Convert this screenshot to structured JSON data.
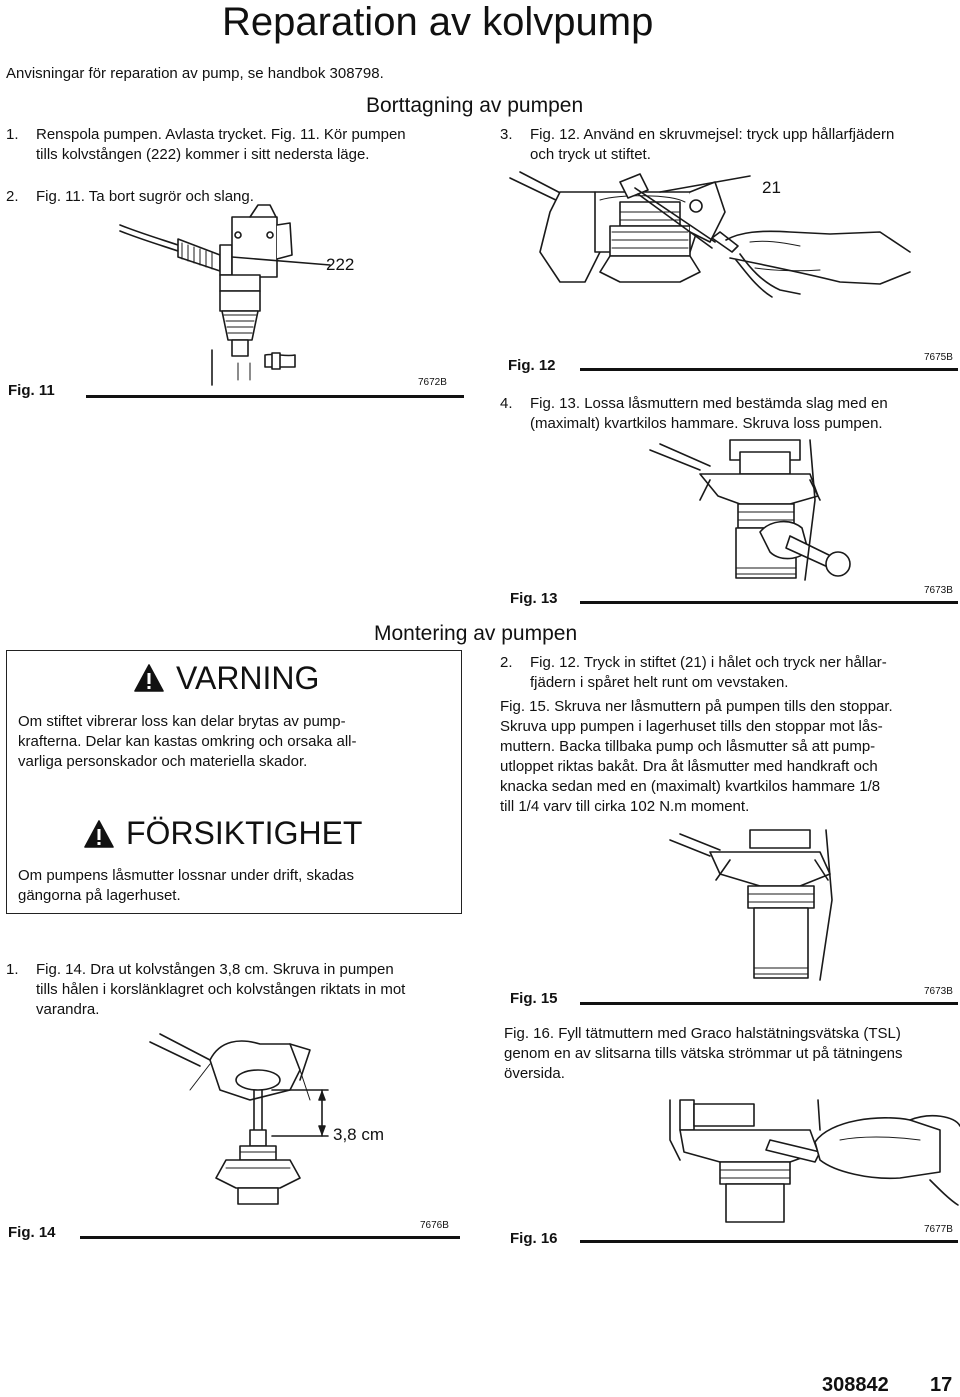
{
  "page": {
    "title": "Reparation av kolvpump",
    "intro": "Anvisningar för reparation av pump, se handbok 308798.",
    "footer_doc": "308842",
    "footer_page": "17"
  },
  "removal": {
    "heading": "Borttagning av pumpen",
    "steps": [
      {
        "num": "1.",
        "text_line1": "Renspola pumpen. Avlasta trycket. Fig. 11. Kör pumpen",
        "text_line2": "tills kolvstången (222) kommer i sitt nedersta läge."
      },
      {
        "num": "2.",
        "text_line1": "Fig. 11. Ta bort sugrör och slang."
      },
      {
        "num": "3.",
        "text_line1": "Fig. 12. Använd en skruvmejsel: tryck upp hållarfjädern",
        "text_line2": "och tryck ut stiftet."
      },
      {
        "num": "4.",
        "text_line1": "Fig. 13. Lossa låsmuttern med bestämda slag med en",
        "text_line2": "(maximalt) kvartkilos hammare. Skruva loss pumpen."
      }
    ]
  },
  "figures": {
    "fig11": {
      "label": "Fig. 11",
      "code": "7672B",
      "callout": "222"
    },
    "fig12": {
      "label": "Fig. 12",
      "code": "7675B",
      "callout": "21"
    },
    "fig13": {
      "label": "Fig. 13",
      "code": "7673B"
    },
    "fig14": {
      "label": "Fig. 14",
      "code": "7676B",
      "callout": "3,8 cm"
    },
    "fig15": {
      "label": "Fig. 15",
      "code": "7673B"
    },
    "fig16": {
      "label": "Fig. 16",
      "code": "7677B"
    }
  },
  "warning": {
    "title": "VARNING",
    "lines": [
      "Om stiftet vibrerar loss kan delar brytas av pump-",
      "krafterna. Delar kan kastas omkring och orsaka all-",
      "varliga personskador och materiella skador."
    ]
  },
  "caution": {
    "title": "FÖRSIKTIGHET",
    "lines": [
      "Om pumpens låsmutter lossnar under drift, skadas",
      "gängorna på lagerhuset."
    ]
  },
  "mounting": {
    "heading": "Montering av pumpen",
    "step1": {
      "num": "1.",
      "lines": [
        "Fig. 14. Dra ut kolvstången 3,8 cm. Skruva in pumpen",
        "tills hålen i korslänklagret och kolvstången riktats in mot",
        "varandra."
      ]
    },
    "step2": {
      "num": "2.",
      "lines": [
        "Fig. 12. Tryck in stiftet (21) i hålet och tryck ner hållar-",
        "fjädern i spåret helt runt om vevstaken."
      ]
    },
    "fig15_text": [
      "Fig. 15. Skruva ner låsmuttern på pumpen tills den stoppar.",
      "Skruva upp pumpen i lagerhuset tills den stoppar mot lås-",
      "muttern. Backa tillbaka pump och låsmutter så att pump-",
      "utloppet riktas bakåt. Dra åt låsmutter med handkraft och",
      "knacka sedan med en (maximalt) kvartkilos hammare 1/8",
      "till 1/4 varv till cirka 102 N.m moment."
    ],
    "fig16_text": [
      "Fig. 16. Fyll tätmuttern med Graco halstätningsvätska (TSL)",
      "genom en av slitsarna tills vätska strömmar ut på tätningens",
      "översida."
    ]
  }
}
